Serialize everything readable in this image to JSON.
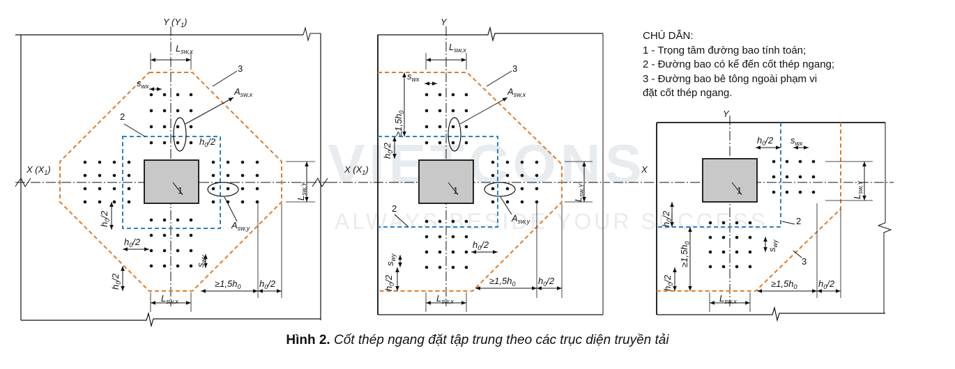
{
  "figure": {
    "caption_number": "Hình 2.",
    "caption_text": "Cốt thép ngang đặt tập trung theo các trục diện truyền tải"
  },
  "watermark": {
    "brand": "VIETCONS",
    "slogan": "ALWAYS BESIDE YOUR SUCCESS"
  },
  "legend": {
    "title": "CHÚ DẪN:",
    "items": [
      "1 - Trọng tâm đường bao tính toán;",
      "2 - Đường bao có kể đến cốt thép ngang;",
      "3 - Đường bao bê tông ngoài phạm vi",
      " đặt cốt thép ngang."
    ]
  },
  "labels": {
    "axis_y1": "Y (Y",
    "axis_y1_sub": "1",
    "axis_y1_close": ")",
    "axis_y": "Y",
    "axis_x1": "X (X",
    "axis_x1_sub": "1",
    "axis_x1_close": ")",
    "axis_x": "X",
    "L": "L",
    "sw_x": "sw,x",
    "sw_y": "sw,Y",
    "s": "s",
    "wx": "wx",
    "wy": "wy",
    "A": "A",
    "Asw_x": "sw,x",
    "Asw_y": "sw,y",
    "h": "h",
    "h_sub": "0",
    "half": "/2",
    "ge15": "≥1,5h",
    "one": "1",
    "two": "2",
    "three": "3"
  },
  "colors": {
    "orange": "#e07b2a",
    "blue": "#2f7fc1",
    "column": "#c8c8c8",
    "line": "#111111"
  }
}
